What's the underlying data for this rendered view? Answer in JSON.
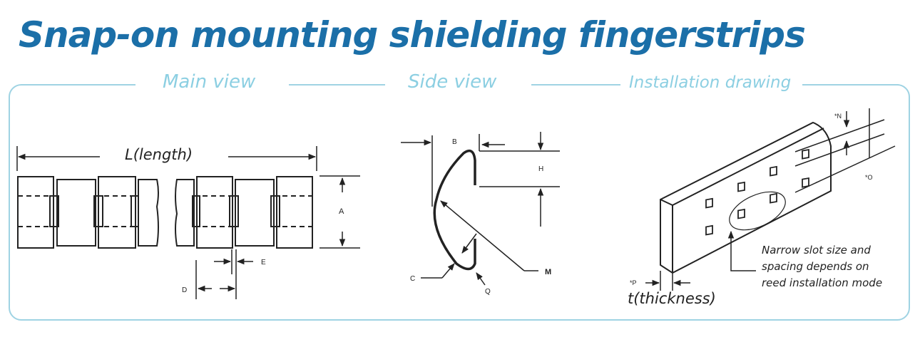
{
  "title": "Snap-on mounting shielding fingerstrips",
  "sections": {
    "main_view": "Main view",
    "side_view": "Side view",
    "installation": "Installation drawing"
  },
  "main_view": {
    "length_label": "L(length)",
    "dims": [
      "A",
      "D",
      "E"
    ]
  },
  "side_view": {
    "dims": [
      "B",
      "H",
      "M",
      "C",
      "Q"
    ]
  },
  "installation": {
    "thickness_label": "t(thickness)",
    "dims": [
      "*N",
      "*O",
      "*P"
    ],
    "note_lines": [
      "Narrow slot size and",
      "spacing depends on",
      "reed installation mode"
    ]
  },
  "colors": {
    "title": "#1b6fa8",
    "accent": "#8ccfe2",
    "frame": "#9fd3e3",
    "line": "#222222"
  }
}
